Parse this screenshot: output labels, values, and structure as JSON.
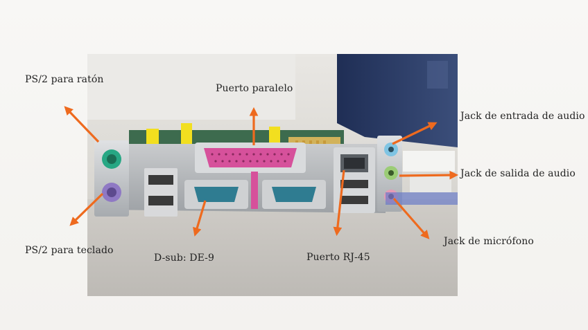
{
  "colors": {
    "arrow": "#ee6a1e",
    "background": "#f6f5f3",
    "text": "#222222"
  },
  "labels": {
    "ps2_mouse": "PS/2 para ratón",
    "ps2_keyboard": "PS/2 para teclado",
    "parallel_port": "Puerto paralelo",
    "dsub": "D-sub: DE-9",
    "rj45": "Puerto RJ-45",
    "audio_in": "Jack de entrada de audio",
    "audio_out": "Jack de salida de audio",
    "microphone": "Jack de micrófono"
  }
}
